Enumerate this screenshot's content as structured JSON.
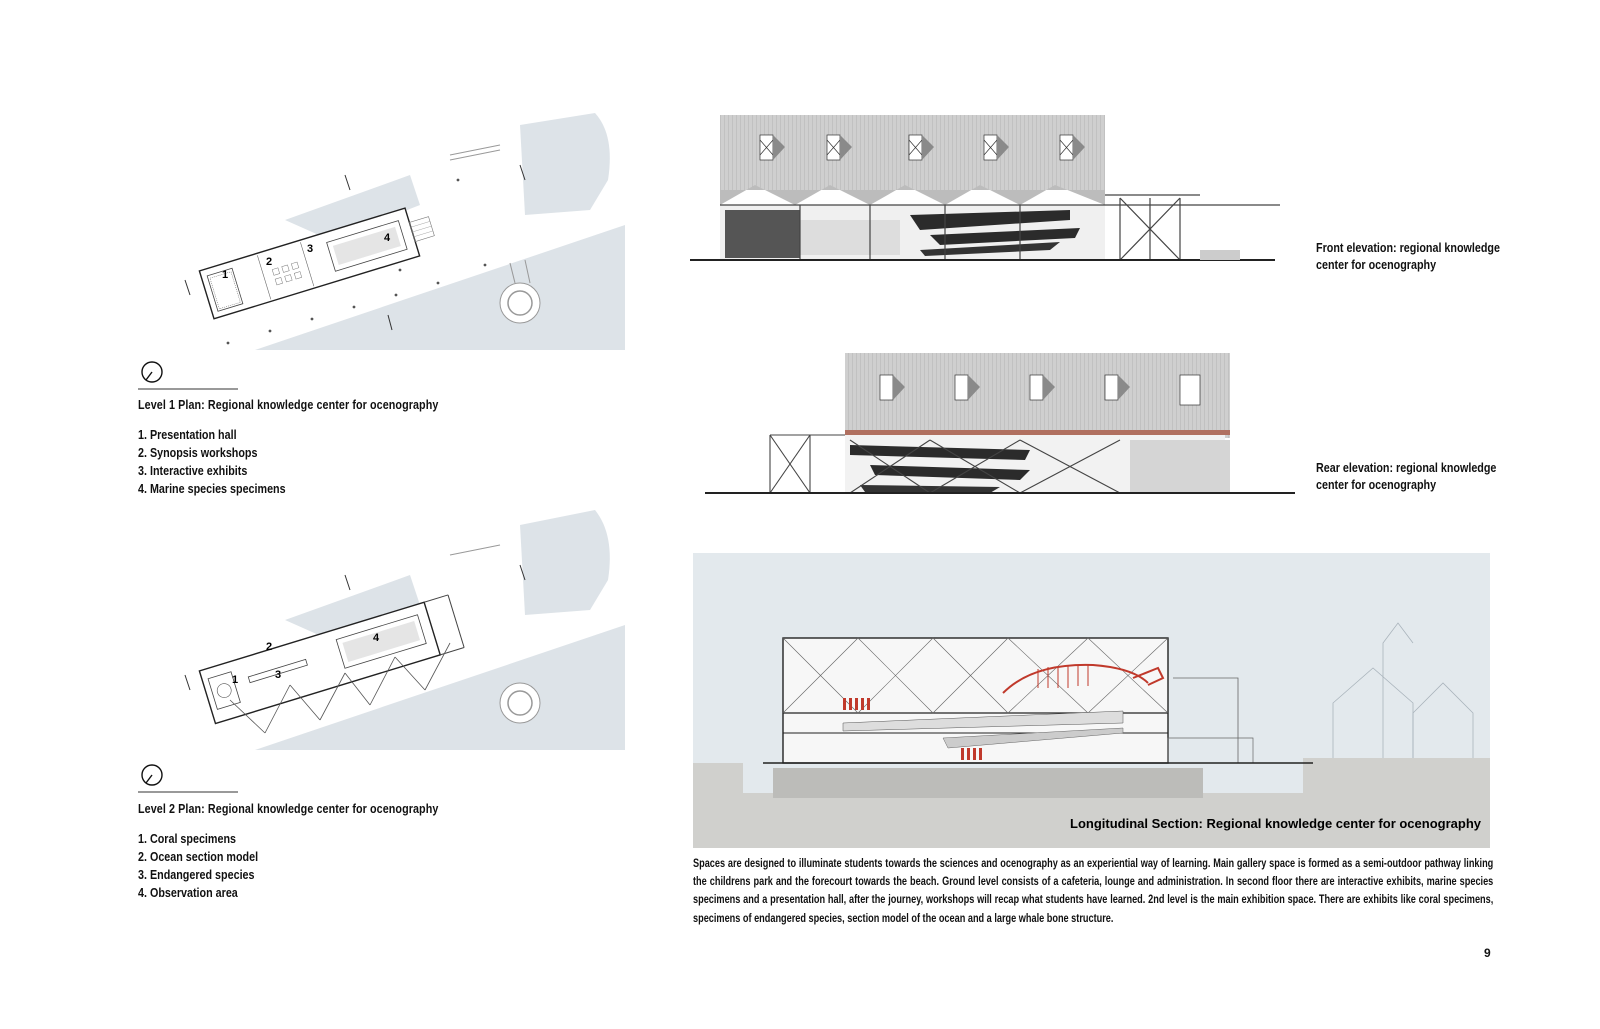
{
  "plan1": {
    "caption": "Level 1 Plan: Regional knowledge center for ocenography",
    "items": [
      "1. Presentation hall",
      "2. Synopsis workshops",
      "3. Interactive exhibits",
      "4. Marine species specimens"
    ],
    "numbers": [
      "1",
      "2",
      "3",
      "4"
    ]
  },
  "plan2": {
    "caption": "Level 2 Plan: Regional knowledge center for ocenography",
    "items": [
      "1. Coral specimens",
      "2. Ocean section model",
      "3. Endangered species",
      "4. Observation area"
    ],
    "numbers": [
      "1",
      "2",
      "3",
      "4"
    ]
  },
  "front_elevation": {
    "caption_line1": "Front elevation: regional knowledge",
    "caption_line2": "center for ocenography"
  },
  "rear_elevation": {
    "caption_line1": "Rear elevation: regional knowledge",
    "caption_line2": "center for ocenography"
  },
  "section": {
    "caption": "Longitudinal Section: Regional knowledge center for ocenography"
  },
  "description": "Spaces are designed to illuminate students towards the sciences and ocenography as an experiential way of learning. Main gallery space is formed as a semi-outdoor pathway linking the childrens park and the forecourt towards the beach. Ground level consists of a cafeteria, lounge and administration. In second floor there are interactive exhibits, marine species specimens and a presentation hall, after the journey, workshops will recap what students have learned. 2nd level is the main exhibition space. There are exhibits like coral specimens, specimens of endangered species, section model of the ocean and a large whale bone structure.",
  "page_number": "9",
  "colors": {
    "site_fill": "#dde3e8",
    "section_bg": "#e3e9ed",
    "whale_red": "#c0392b",
    "roof_grey": "#c9c9c9"
  }
}
